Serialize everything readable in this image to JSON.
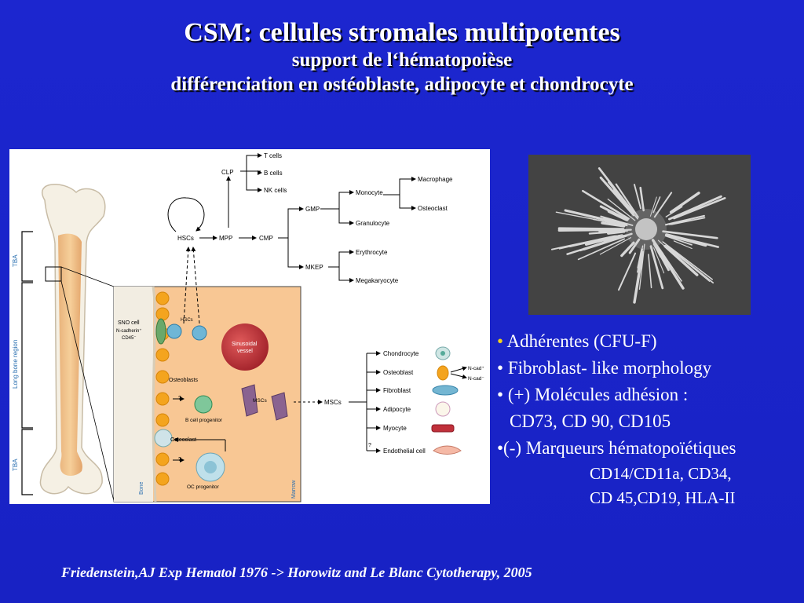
{
  "title": {
    "line1": "CSM: cellules  stromales multipotentes",
    "line2": "support de l‘hématopoièse",
    "line3": "différenciation en ostéoblaste, adipocyte  et chondrocyte"
  },
  "diagram": {
    "bone_labels": [
      "TBA",
      "Long bone region",
      "TBA"
    ],
    "tree": {
      "hscs": "HSCs",
      "mpp": "MPP",
      "clp": "CLP",
      "cmp": "CMP",
      "t_cells": "T cells",
      "b_cells": "B cells",
      "nk_cells": "NK cells",
      "gmp": "GMP",
      "mkep": "MKEP",
      "monocyte": "Monocyte",
      "granulocyte": "Granulocyte",
      "macrophage": "Macrophage",
      "osteoclast": "Osteoclast",
      "erythrocyte": "Erythrocyte",
      "megakaryocyte": "Megakaryocyte"
    },
    "niche": {
      "sno_cell": "SNO cell",
      "ncadherin": "N-cadherin⁺",
      "cd45": "CD45⁻",
      "hscs": "HSCs",
      "sinusoidal": "Sinusoidal",
      "vessel": "vessel",
      "osteoblasts": "Osteoblasts",
      "q1": "?",
      "b_progenitor": "B cell progenitor",
      "mscs": "MSCs",
      "osteoclast": "Osteoclast",
      "q2": "?",
      "oc_progenitor": "OC progenitor",
      "bone": "Bone",
      "marrow": "Marrow"
    },
    "msc_tree": {
      "mscs": "MSCs",
      "items": [
        "Chondrocyte",
        "Osteoblast",
        "Fibroblast",
        "Adipocyte",
        "Myocyte",
        "Endothelial cell"
      ],
      "ncad_plus": "N-cad⁺",
      "ncad_minus": "N-cad⁻",
      "q": "?"
    }
  },
  "bullets": {
    "b1": "Adhérentes (CFU-F)",
    "b2": "Fibroblast- like morphology",
    "b3": "(+) Molécules adhésion :",
    "b3b": "CD73, CD 90, CD105",
    "b4": "•(-) Marqueurs hématopoïétiques",
    "b4a": "CD14/CD11a, CD34,",
    "b4b": "CD 45,CD19, HLA-II"
  },
  "footer": "Friedenstein,AJ Exp Hematol 1976 -> Horowitz and Le Blanc Cytotherapy, 2005",
  "colors": {
    "background": "#1a23c8",
    "accent_bullet": "#f2d21c",
    "niche_bg": "#f8c794"
  }
}
